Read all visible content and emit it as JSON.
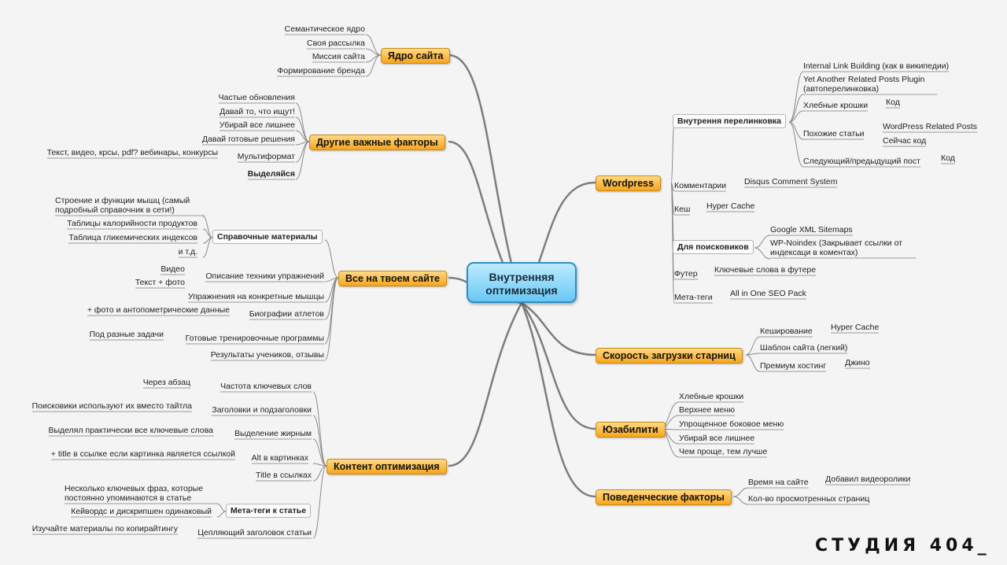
{
  "center": {
    "label": "Внутренняя оптимизация"
  },
  "branches": {
    "core": {
      "label": "Ядро сайта",
      "items": [
        "Семантическое ядро",
        "Своя рассылка",
        "Миссия сайта",
        "Формирование бренда"
      ]
    },
    "factors": {
      "label": "Другие важные факторы",
      "items": [
        "Частые обновления",
        "Давай то, что ищут!",
        "Убирай все лишнее",
        "Давай готовые решения",
        "Мультиформат",
        "Выделяйся"
      ],
      "multiformat_detail": "Текст, видео, крсы, pdf? вебинары, конкурсы"
    },
    "site": {
      "label": "Все на твоем сайте",
      "reference": {
        "label": "Справочные материалы",
        "items": [
          "Строение и функции мышц (самый подробный справочник в сети!)",
          "Таблицы калорийности продуктов",
          "Таблица гликемических индексов",
          "и т.д."
        ]
      },
      "items": [
        "Описание техники упражнений",
        "Упражнения на конкретные мышцы",
        "Биографии атлетов",
        "Готовые тренировочные программы",
        "Результаты учеников, отзывы"
      ],
      "technique_details": [
        "Видео",
        "Текст + фото"
      ],
      "bio_detail": "+ фото и антопометрические данные",
      "programs_detail": "Под разные задачи"
    },
    "content": {
      "label": "Контент оптимизация",
      "items": [
        "Частота ключевых слов",
        "Заголовки и подзаголовки",
        "Выделение жирным",
        "Alt в картинках",
        "Title в ссылках",
        "Цепляющий заголовок статьи"
      ],
      "details": [
        "Через абзац",
        "Поисковики используют их вместо тайтла",
        "Выделял практически все ключевые слова",
        "+ title в ссылке если картинка является ссылкой",
        "Изучайте материалы по копирайтингу"
      ],
      "meta": {
        "label": "Мета-теги к статье",
        "items": [
          "Несколько ключевых фраз, которые постоянно упоминаются в статье",
          "Кейвордс и дискрипшен одинаковый"
        ]
      }
    },
    "wordpress": {
      "label": "Wordpress",
      "linking": {
        "label": "Внутрення перелинковка",
        "items": [
          "Internal Link Building (как в википедии)",
          "Yet Another Related Posts Plugin (автоперелинковка)",
          "Хлебные крошки",
          "Похожие статьи",
          "Следующий/предыдущий пост"
        ],
        "crumbs_detail": "Код",
        "similar_details": [
          "WordPress Related Posts",
          "Сейчас код"
        ],
        "next_detail": "Код"
      },
      "items": [
        "Комментарии",
        "Кеш",
        "Футер",
        "Мета-теги"
      ],
      "comments_detail": "Disqus Comment System",
      "cache_detail": "Hyper Cache",
      "footer_detail": "Ключевые слова в футере",
      "meta_detail": "All in One SEO Pack",
      "seo": {
        "label": "Для поисковиков",
        "items": [
          "Google XML Sitemaps",
          "WP-Noindex (Закрывает ссылки  от индексаци в коментах)"
        ]
      }
    },
    "speed": {
      "label": "Скорость загрузки старниц",
      "items": [
        "Кеширование",
        "Шаблон сайта (легкий)",
        "Премиум хостинг"
      ],
      "cache_detail": "Hyper Cache",
      "hosting_detail": "Джино"
    },
    "usability": {
      "label": "Юзабилити",
      "items": [
        "Хлебные крошки",
        "Верхнее меню",
        "Упрощенное боковое меню",
        "Убирай все лишнее",
        "Чем проще, тем лучше"
      ]
    },
    "behavior": {
      "label": "Поведенческие факторы",
      "items": [
        "Время на сайте",
        "Кол-во просмотренных страниц"
      ],
      "time_detail": "Добавил видеоролики"
    }
  },
  "logo": {
    "text": "СТУДИЯ 404_"
  },
  "colors": {
    "branch_fill": "#f7a51c",
    "center_fill": "#69c8f4",
    "line": "#8a8a8a",
    "underline": "#9a9a9a"
  }
}
